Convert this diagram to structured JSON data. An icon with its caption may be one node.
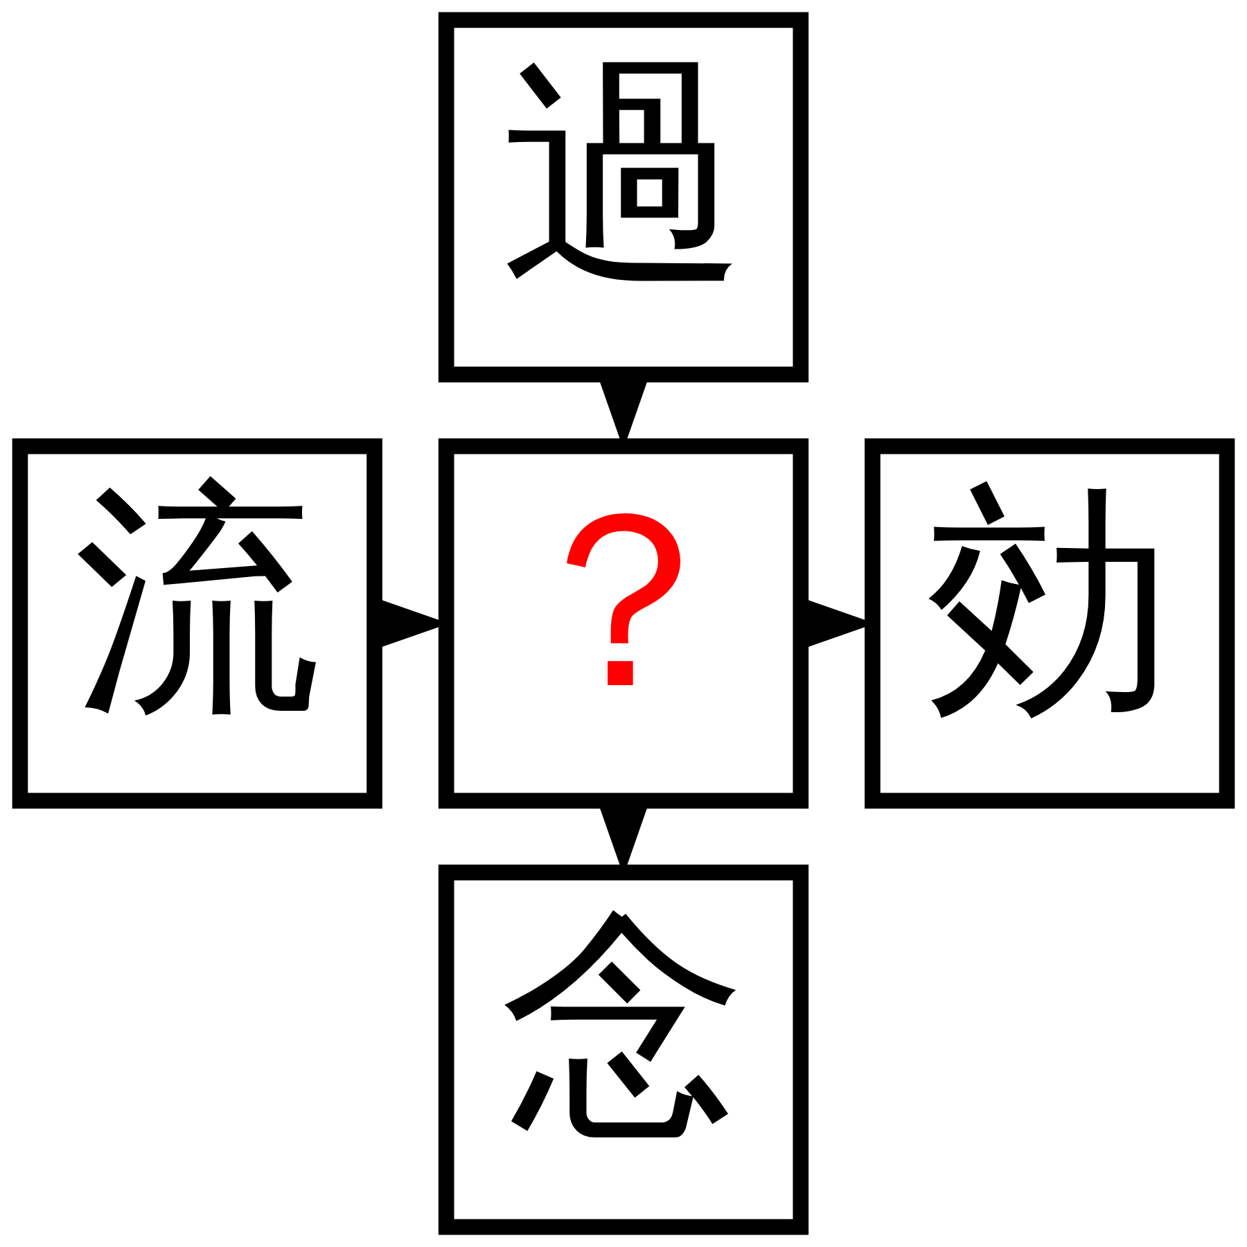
{
  "diagram": {
    "nodes": [
      {
        "text": [
          "過"
        ]
      },
      {
        "text": [
          "流"
        ]
      },
      {
        "text": [
          "？"
        ]
      },
      {
        "text": [
          "効"
        ]
      },
      {
        "text": [
          "念"
        ]
      }
    ],
    "edges": [
      {
        "from": 0,
        "to": 2,
        "arrow": "to"
      },
      {
        "from": 1,
        "to": 2,
        "arrow": "to"
      },
      {
        "from": 2,
        "to": 3,
        "arrow": "to"
      },
      {
        "from": 2,
        "to": 4,
        "arrow": "to"
      }
    ]
  }
}
